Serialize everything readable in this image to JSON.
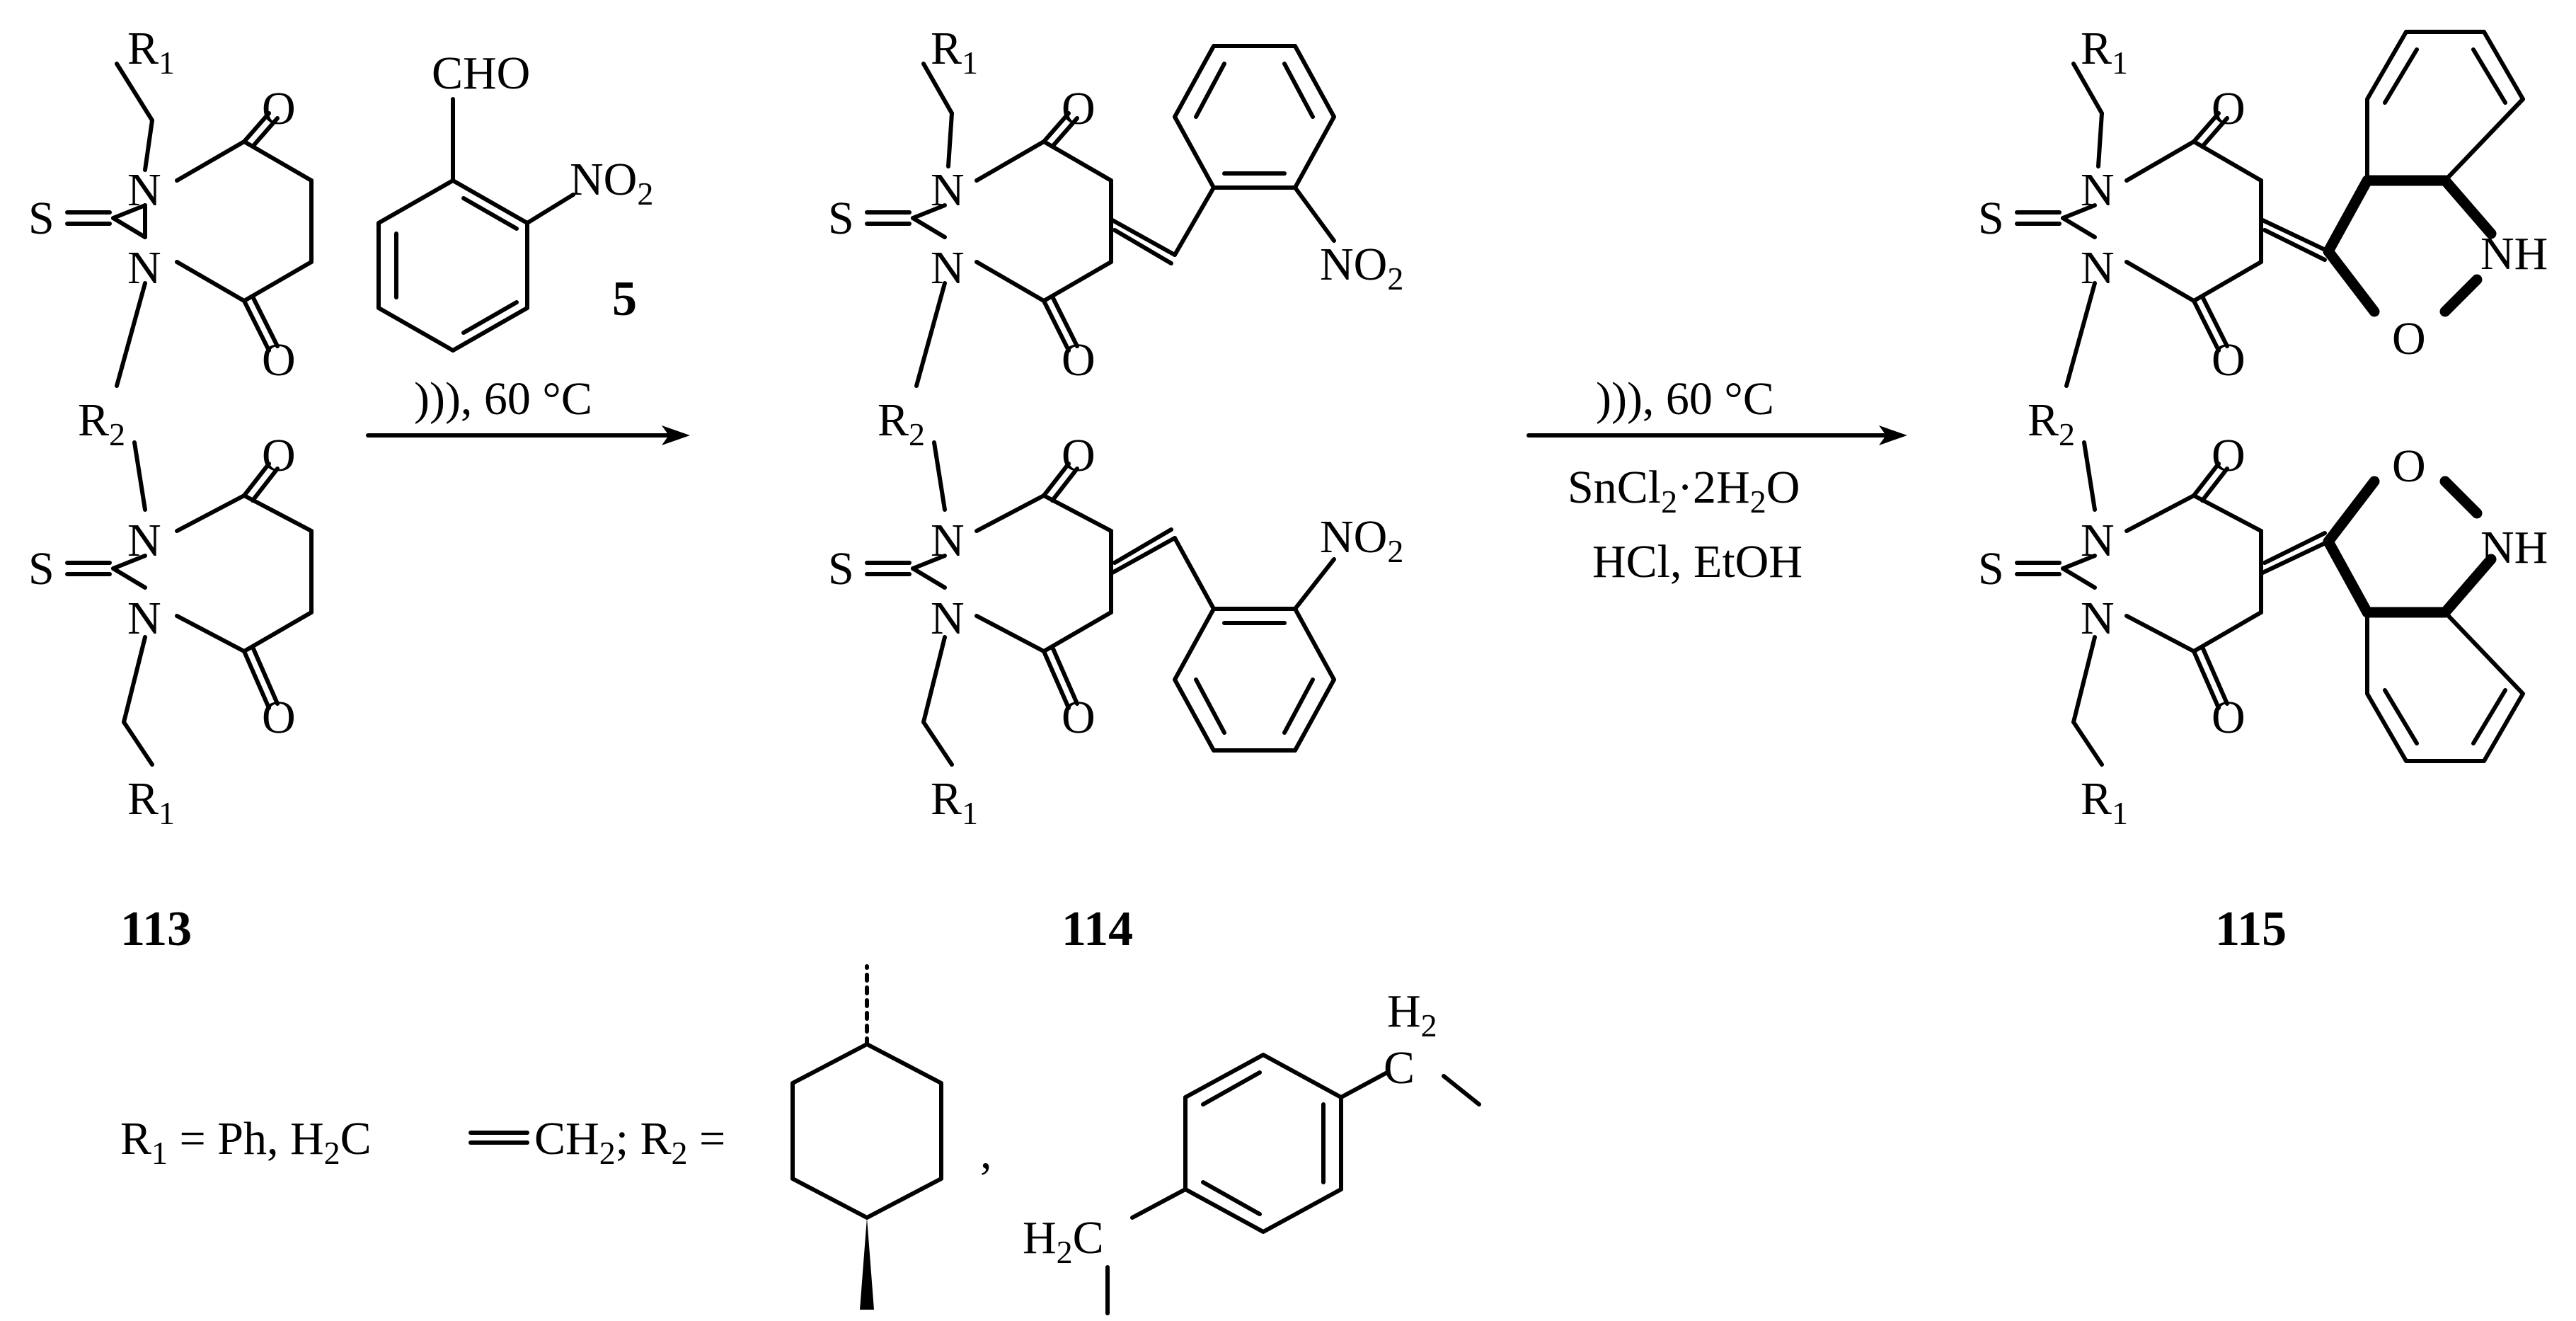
{
  "scheme": {
    "compounds": {
      "c113": "113",
      "c114": "114",
      "c115": "115",
      "c5": "5"
    },
    "atoms": {
      "R": "R",
      "N": "N",
      "S": "S",
      "O": "O",
      "NH": "NH",
      "sub1": "1",
      "sub2": "2",
      "CHO": "CHO",
      "NO": "NO",
      "H": "H",
      "C": "C"
    },
    "conditions": {
      "step1": "))), 60 °C",
      "step2_line1": "))), 60 °C",
      "step2_line2_a": "SnCl",
      "step2_line2_b": "2",
      "step2_line2_c": "·2H",
      "step2_line2_d": "2",
      "step2_line2_e": "O",
      "step2_line3": "HCl, EtOH"
    },
    "legend": {
      "r1_a": "R",
      "r1_b": "1",
      "r1_c": " = Ph,  H",
      "r1_d": "2",
      "r1_e": "C",
      "r1_f": "CH",
      "r1_g": "2",
      "r1_h": "; R",
      "r1_i": "2",
      "r1_j": " =",
      "comma": ","
    }
  }
}
